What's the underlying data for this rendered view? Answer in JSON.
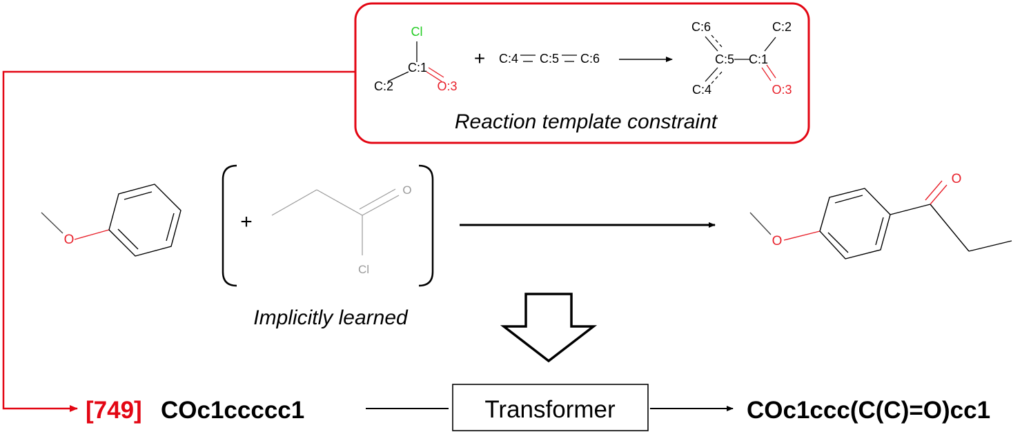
{
  "template_box": {
    "caption": "Reaction template constraint",
    "reactant1": {
      "top": "Cl",
      "center": "C:1",
      "left": "C:2",
      "right": "O:3"
    },
    "plus": "+",
    "reactant2": {
      "a": "C:4",
      "b": "C:5",
      "c": "C:6"
    },
    "product": {
      "top_left": "C:6",
      "center_left": "C:5",
      "center_right": "C:1",
      "top_right": "C:2",
      "bottom_left": "C:4",
      "bottom_right": "O:3"
    }
  },
  "reaction": {
    "plus": "+",
    "reagent_o": "O",
    "reagent_cl": "Cl",
    "product_o": "O",
    "note": "Implicitly learned"
  },
  "pipeline": {
    "template_id": "[749]",
    "input_smiles": "COc1ccccc1",
    "model": "Transformer",
    "output_smiles": "COc1ccc(C(C)=O)cc1"
  },
  "colors": {
    "accent_red": "#e30613",
    "chlorine_green": "#22cc22",
    "oxygen_red": "#e8202a",
    "bond_gray": "#555555"
  }
}
